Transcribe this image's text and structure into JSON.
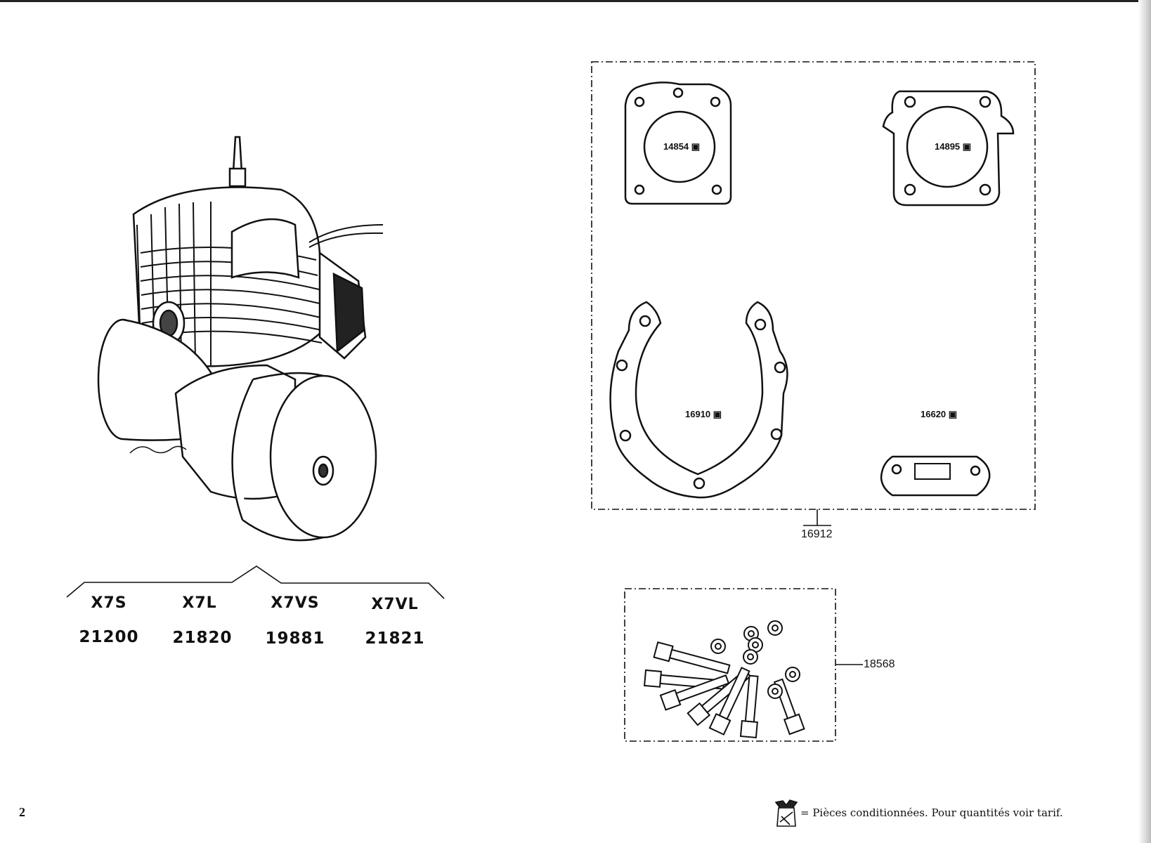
{
  "page": {
    "number": "2"
  },
  "engine": {
    "models": [
      {
        "name": "X7S",
        "code": "21200"
      },
      {
        "name": "X7L",
        "code": "21820"
      },
      {
        "name": "X7VS",
        "code": "19881"
      },
      {
        "name": "X7VL",
        "code": "21821"
      }
    ]
  },
  "gasket_set": {
    "ref": "16912",
    "parts": [
      {
        "ref": "14854",
        "icon": "packaged-bag-icon"
      },
      {
        "ref": "14895",
        "icon": "packaged-bag-icon"
      },
      {
        "ref": "16910",
        "icon": "packaged-bag-icon"
      },
      {
        "ref": "16620",
        "icon": "packaged-bag-icon"
      }
    ]
  },
  "hardware_set": {
    "ref": "18568"
  },
  "footer": {
    "legend": "= Pièces conditionnées. Pour quantités voir tarif."
  }
}
